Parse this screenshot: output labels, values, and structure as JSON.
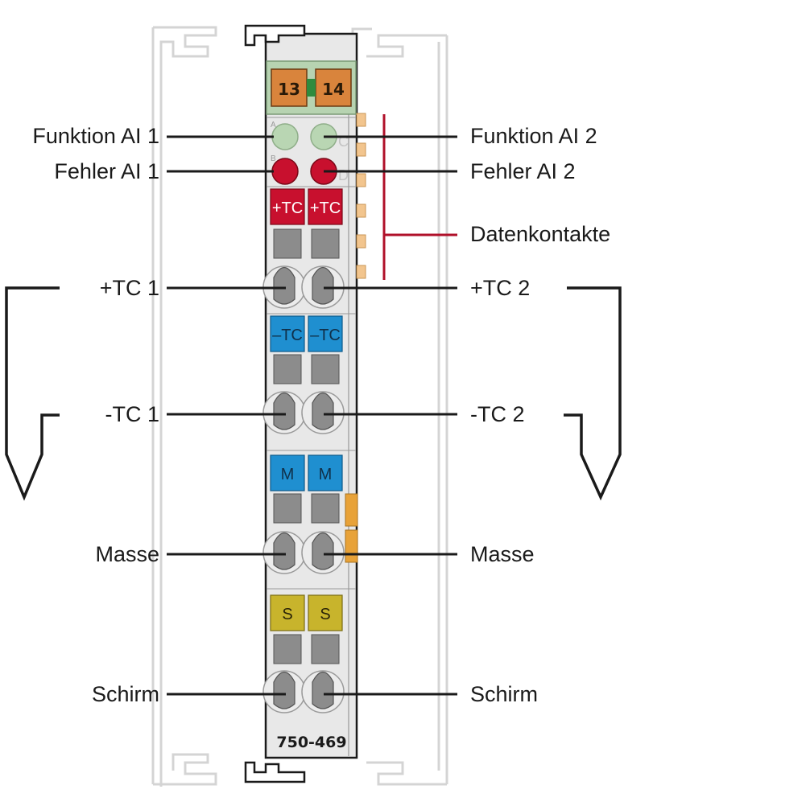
{
  "module": {
    "part_number": "750-469",
    "top_connectors": [
      "13",
      "14"
    ]
  },
  "leds": {
    "marks": [
      "A",
      "B",
      "C",
      "D"
    ]
  },
  "tags": {
    "plus_tc": "+TC",
    "minus_tc": "–TC",
    "masse": "M",
    "schirm": "S"
  },
  "labels": {
    "left": {
      "funktion": "Funktion AI 1",
      "fehler": "Fehler AI 1",
      "plus_tc": "+TC 1",
      "minus_tc": "-TC 1",
      "masse": "Masse",
      "schirm": "Schirm"
    },
    "right": {
      "funktion": "Funktion AI 2",
      "fehler": "Fehler AI 2",
      "datenkontakte": "Datenkontakte",
      "plus_tc": "+TC 2",
      "minus_tc": "-TC 2",
      "masse": "Masse",
      "schirm": "Schirm"
    }
  },
  "colors": {
    "module_body": "#e8e8e8",
    "outline": "#1a1a1a",
    "rail_ghost": "#d4d4d4",
    "top_panel": "#b7d3b1",
    "connector_orange": "#d9843c",
    "led_function": "#b9d6b3",
    "led_error": "#c8102e",
    "tag_red": "#c8102e",
    "tag_blue": "#1f8fd0",
    "tag_yellow": "#c8b42c",
    "contact_gray": "#8c8c8c",
    "data_contact": "#f2c58e",
    "leader": "#1a1a1a",
    "datenkontakte_bracket": "#b0102a"
  }
}
